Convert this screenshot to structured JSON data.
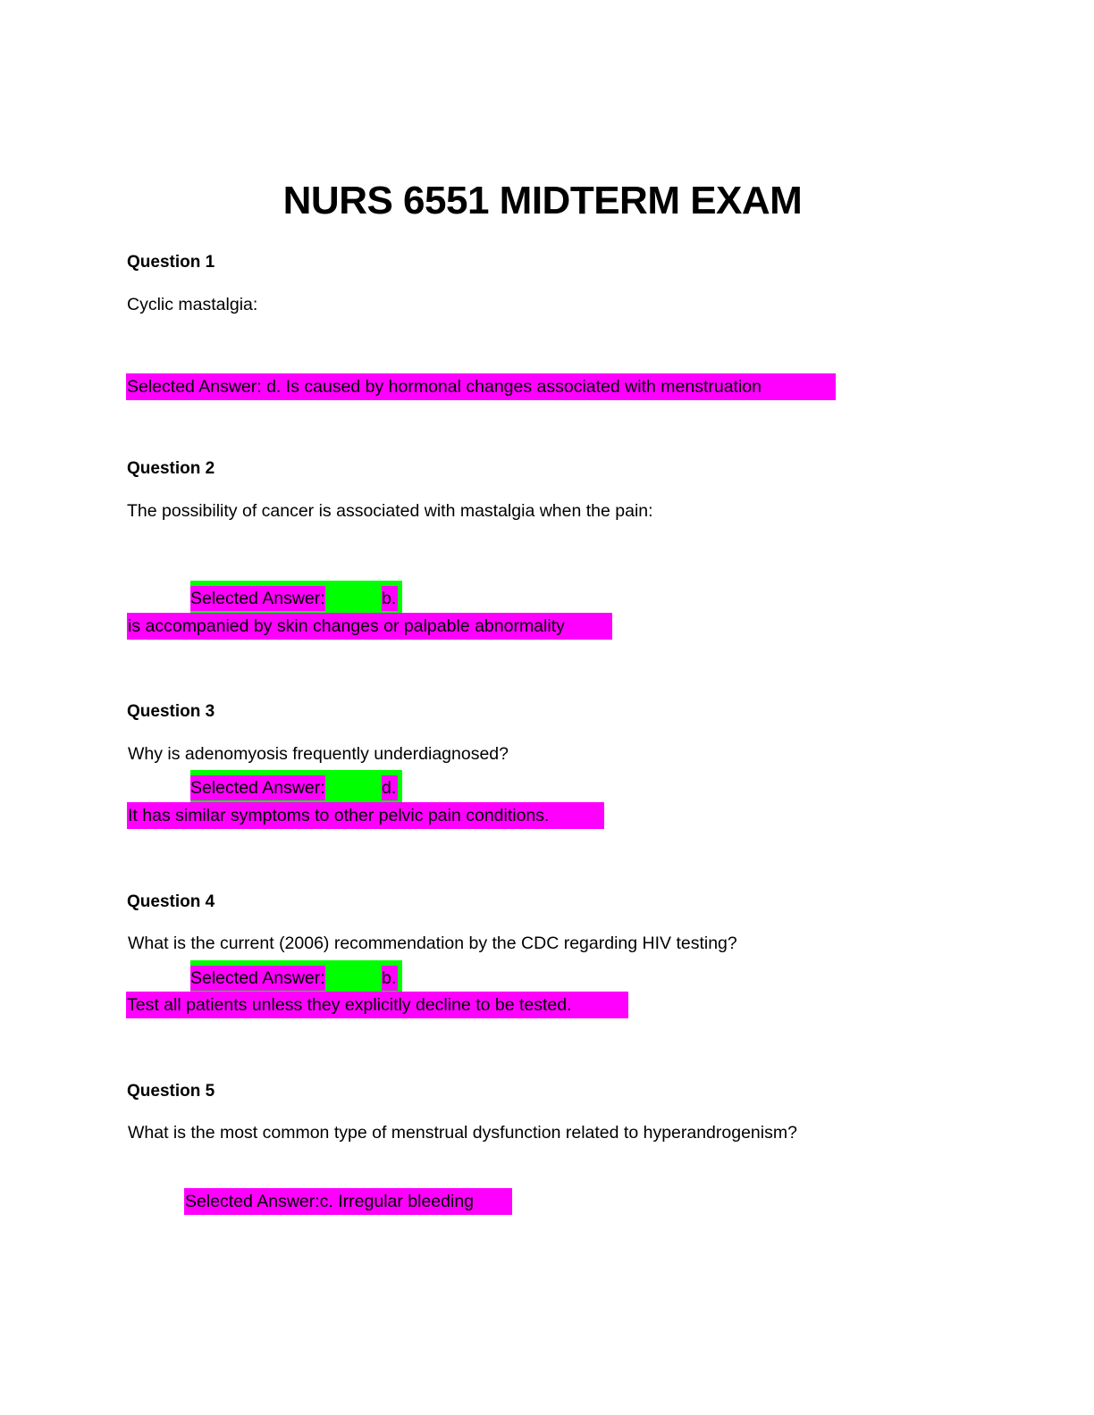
{
  "title": "NURS 6551 MIDTERM EXAM",
  "colors": {
    "answer_highlight": "#ff00ff",
    "label_box": "#00ff00"
  },
  "questions": [
    {
      "heading": "Question 1",
      "text": "Cyclic mastalgia:",
      "answer": "Selected Answer: d.  Is caused by hormonal changes associated with menstruation"
    },
    {
      "heading": "Question 2",
      "text": "The possibility of cancer is associated with mastalgia when the pain:",
      "answer_label": "Selected Answer:",
      "answer_letter": "b.",
      "answer": "is accompanied by skin changes or palpable abnormality"
    },
    {
      "heading": "Question 3",
      "text": "Why is adenomyosis frequently underdiagnosed?",
      "answer_label": "Selected Answer:",
      "answer_letter": "d.",
      "answer": "It has similar symptoms to other pelvic pain conditions."
    },
    {
      "heading": "Question 4",
      "text": "What is the current (2006) recommendation by the CDC regarding HIV testing?",
      "answer_label": "Selected Answer:",
      "answer_letter": "b.",
      "answer": "Test all patients unless they explicitly decline to be tested."
    },
    {
      "heading": "Question 5",
      "text": "What is the most common type of menstrual dysfunction related to hyperandrogenism?",
      "answer": "Selected Answer:c.  Irregular bleeding"
    }
  ]
}
